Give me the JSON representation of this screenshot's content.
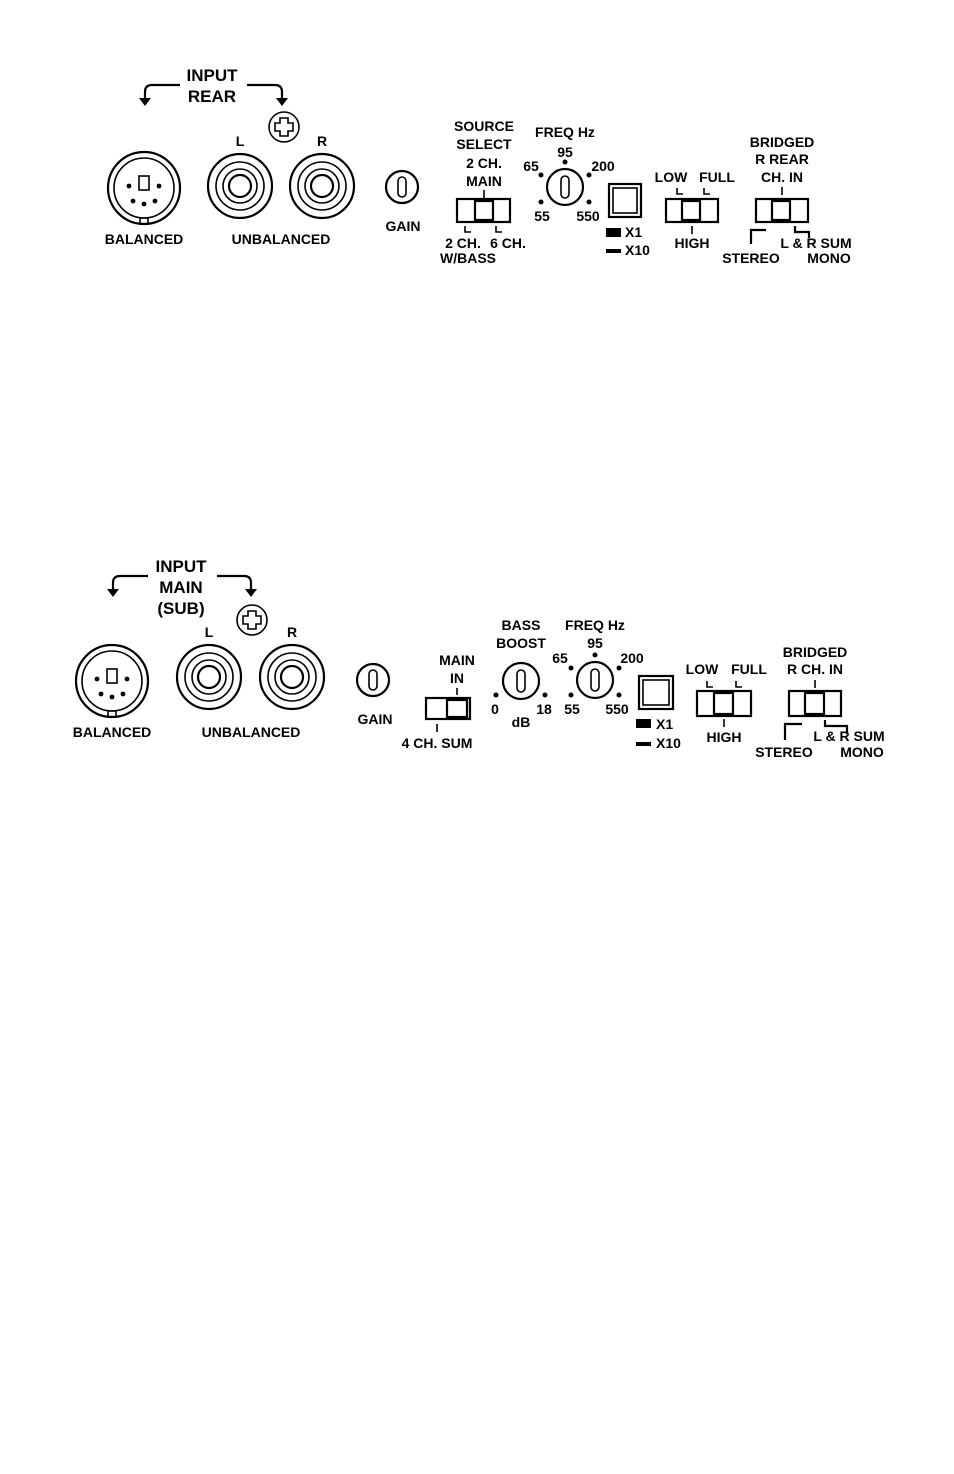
{
  "top_panel": {
    "input_title": [
      "INPUT",
      "REAR"
    ],
    "balanced": "BALANCED",
    "unbalanced": "UNBALANCED",
    "left": "L",
    "right": "R",
    "gain": "GAIN",
    "source_select": {
      "title": [
        "SOURCE",
        "SELECT"
      ],
      "top": [
        "2 CH.",
        "MAIN"
      ],
      "bottom_left": [
        "2 CH.",
        "W/BASS"
      ],
      "bottom_right": "6 CH."
    },
    "freq": {
      "title": "FREQ Hz",
      "marks": [
        "65",
        "95",
        "200",
        "55",
        "550"
      ]
    },
    "range": {
      "x1": "X1",
      "x10": "X10"
    },
    "filter": {
      "low": "LOW",
      "full": "FULL",
      "high": "HIGH"
    },
    "bridged": {
      "title": [
        "BRIDGED",
        "R REAR",
        "CH. IN"
      ],
      "stereo": "STEREO",
      "sum": "L & R SUM",
      "mono": "MONO"
    }
  },
  "bottom_panel": {
    "input_title": [
      "INPUT",
      "MAIN",
      "(SUB)"
    ],
    "balanced": "BALANCED",
    "unbalanced": "UNBALANCED",
    "left": "L",
    "right": "R",
    "gain": "GAIN",
    "main_in": {
      "title": [
        "MAIN",
        "IN"
      ],
      "bottom": "4 CH. SUM"
    },
    "bass_boost": {
      "title": [
        "BASS",
        "BOOST"
      ],
      "min": "0",
      "max": "18",
      "unit": "dB"
    },
    "freq": {
      "title": "FREQ Hz",
      "marks": [
        "65",
        "95",
        "200",
        "55",
        "550"
      ]
    },
    "range": {
      "x1": "X1",
      "x10": "X10"
    },
    "filter": {
      "low": "LOW",
      "full": "FULL",
      "high": "HIGH"
    },
    "bridged": {
      "title": [
        "BRIDGED",
        "R CH. IN"
      ],
      "stereo": "STEREO",
      "sum": "L & R SUM",
      "mono": "MONO"
    }
  }
}
